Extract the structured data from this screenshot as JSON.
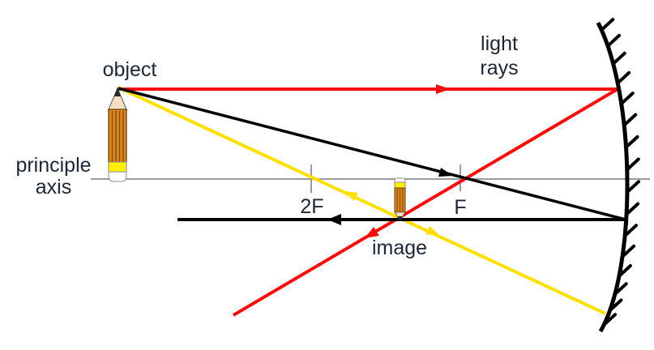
{
  "diagram": {
    "labels": {
      "object": "object",
      "light_rays": [
        "light",
        "rays"
      ],
      "principal_axis": [
        "principle",
        "axis"
      ],
      "two_f": "2F",
      "f": "F",
      "image": "image"
    },
    "colors": {
      "parallel_ray_red": "#f50d0d",
      "focal_ray_black": "#000000",
      "center_ray_yellow": "#ffdf00",
      "principal_axis_gray": "#9b9b9b",
      "mirror_black": "#000000",
      "label_text": "#1d2734",
      "pencil_body_orange": "#e0891f",
      "pencil_stripe_brown": "#8a5014",
      "pencil_band_yellow": "#fff200",
      "pencil_wood_tan": "#f3dfc3",
      "pencil_eraser_white": "#ffffff",
      "background": "#ffffff"
    }
  }
}
